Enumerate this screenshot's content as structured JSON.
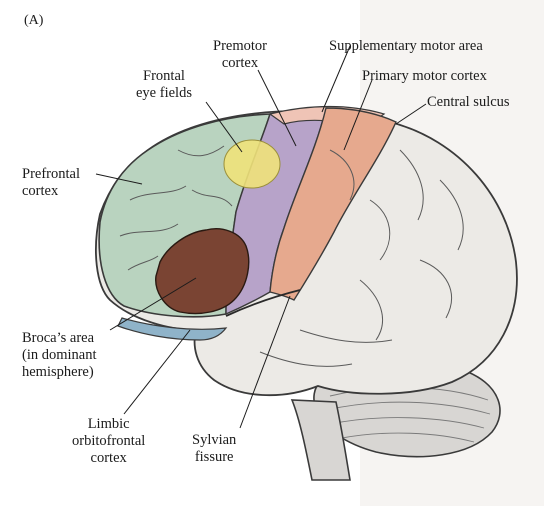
{
  "panel_label": "(A)",
  "labels": {
    "premotor": "Premotor\ncortex",
    "supplementary_motor": "Supplementary motor area",
    "frontal_eye_fields": "Frontal\neye fields",
    "primary_motor": "Primary motor cortex",
    "central_sulcus": "Central sulcus",
    "prefrontal": "Prefrontal\ncortex",
    "broca": "Broca’s area\n(in dominant\nhemisphere)",
    "limbic_orbitofrontal": "Limbic\norbitofrontal\ncortex",
    "sylvian": "Sylvian\nfissure"
  },
  "colors": {
    "prefrontal": "#b9d3bf",
    "frontal_eye_fields": "#efe27a",
    "premotor": "#b7a3c9",
    "primary_motor": "#e6a98e",
    "supplementary_motor": "#efc4b6",
    "broca": "#7a4433",
    "orbitofrontal": "#8fb3c9",
    "posterior_brain": "#eceae6",
    "cerebellum": "#d8d6d3",
    "outline": "#3a3a3a"
  }
}
